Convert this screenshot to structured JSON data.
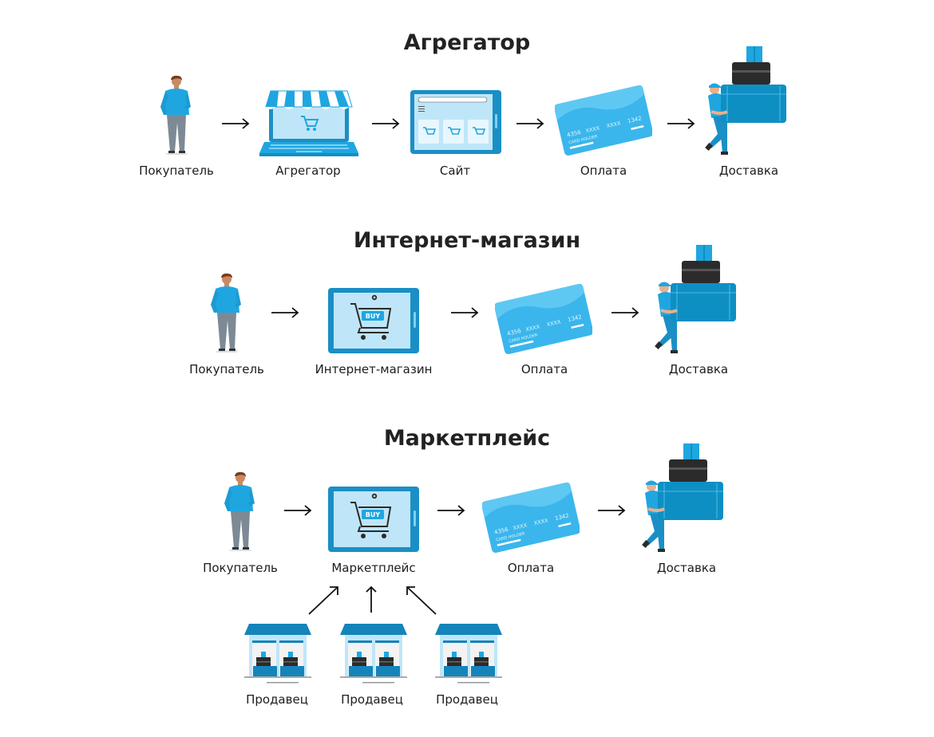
{
  "sections": [
    {
      "title": "Агрегатор",
      "steps": [
        "Покупатель",
        "Агрегатор",
        "Сайт",
        "Оплата",
        "Доставка"
      ]
    },
    {
      "title": "Интернет-магазин",
      "steps": [
        "Покупатель",
        "Интернет-магазин",
        "Оплата",
        "Доставка"
      ]
    },
    {
      "title": "Маркетплейс",
      "steps": [
        "Покупатель",
        "Маркетплейс",
        "Оплата",
        "Доставка"
      ],
      "sellers": [
        "Продавец",
        "Продавец",
        "Продавец"
      ]
    }
  ],
  "card": {
    "n1": "4356",
    "n2": "XXXX",
    "n3": "XXXX",
    "n4": "1342",
    "holder": "CARD HOLDER"
  },
  "tablet": {
    "buy": "BUY"
  },
  "colors": {
    "blue": "#1fa6e0",
    "dark_blue": "#0e8fc3",
    "light_blue": "#bfe6f8",
    "black": "#2b2b2b"
  }
}
